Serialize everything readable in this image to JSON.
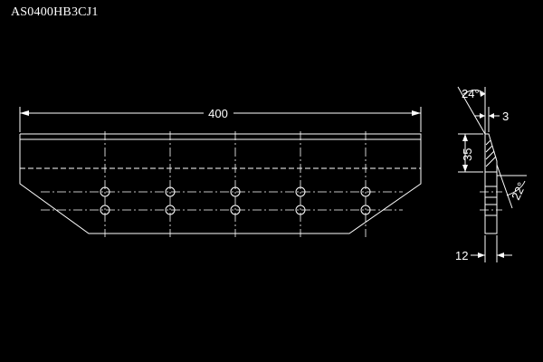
{
  "title": "AS0400HB3CJ1",
  "dimensions": {
    "length": "400",
    "bevel_angle": "24°",
    "tip": "3",
    "height": "35",
    "edge_angle": "22°",
    "thickness": "12"
  },
  "holes": {
    "columns": 5,
    "rows": 2
  },
  "colors": {
    "background": "#000000",
    "line": "#ffffff"
  }
}
